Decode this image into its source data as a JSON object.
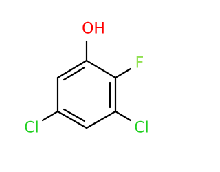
{
  "molecule": {
    "atoms": {
      "oh": {
        "label": "OH",
        "color": "#ff0000"
      },
      "f": {
        "label": "F",
        "color": "#90e050"
      },
      "cl_left": {
        "label": "Cl",
        "color": "#1fd01f"
      },
      "cl_right": {
        "label": "Cl",
        "color": "#1fd01f"
      }
    },
    "bond_color": "#000000"
  }
}
